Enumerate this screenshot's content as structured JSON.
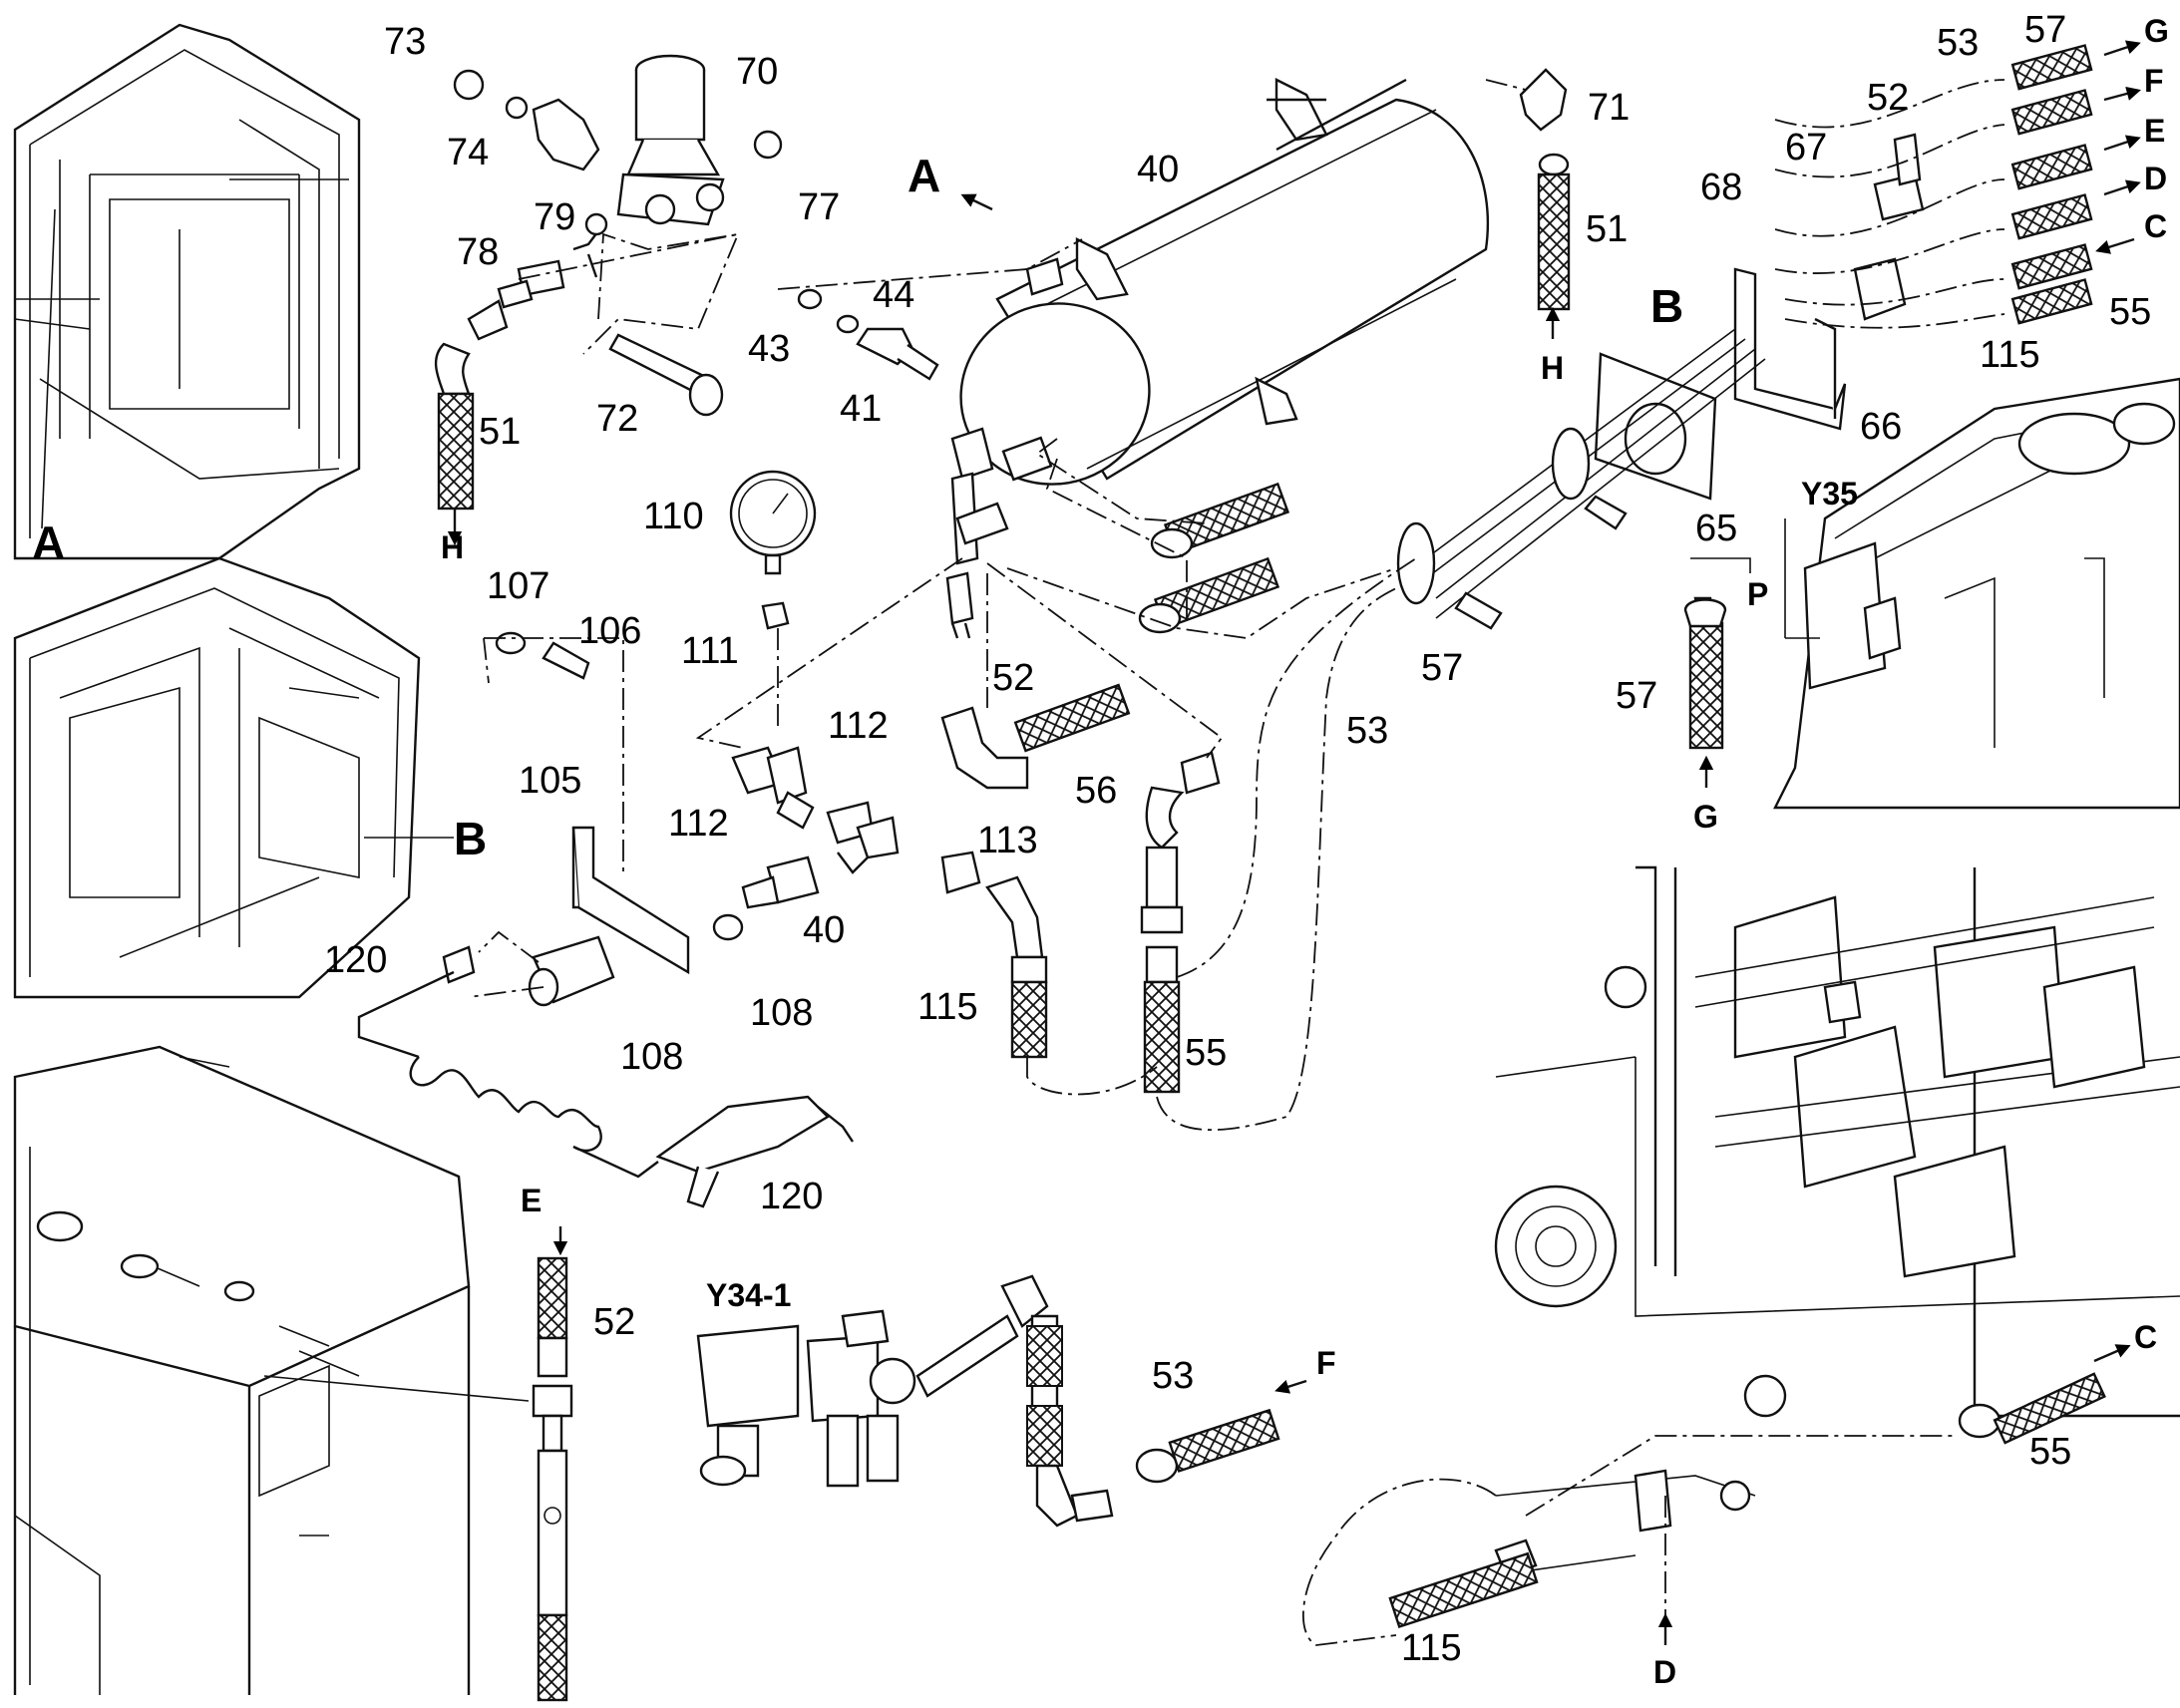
{
  "callouts": [
    {
      "id": "c73",
      "text": "73"
    },
    {
      "id": "c70",
      "text": "70"
    },
    {
      "id": "c74",
      "text": "74"
    },
    {
      "id": "c77",
      "text": "77"
    },
    {
      "id": "c79",
      "text": "79"
    },
    {
      "id": "c78",
      "text": "78"
    },
    {
      "id": "c51a",
      "text": "51"
    },
    {
      "id": "c72",
      "text": "72"
    },
    {
      "id": "c43",
      "text": "43"
    },
    {
      "id": "c44",
      "text": "44"
    },
    {
      "id": "c41",
      "text": "41"
    },
    {
      "id": "c40a",
      "text": "40"
    },
    {
      "id": "c71",
      "text": "71"
    },
    {
      "id": "c51b",
      "text": "51"
    },
    {
      "id": "c110",
      "text": "110"
    },
    {
      "id": "c107",
      "text": "107"
    },
    {
      "id": "c106",
      "text": "106"
    },
    {
      "id": "c111",
      "text": "111"
    },
    {
      "id": "c52a",
      "text": "52"
    },
    {
      "id": "c112a",
      "text": "112"
    },
    {
      "id": "c112b",
      "text": "112"
    },
    {
      "id": "c113",
      "text": "113"
    },
    {
      "id": "c40b",
      "text": "40"
    },
    {
      "id": "c105",
      "text": "105"
    },
    {
      "id": "c56",
      "text": "56"
    },
    {
      "id": "c120a",
      "text": "120"
    },
    {
      "id": "c108a",
      "text": "108"
    },
    {
      "id": "c108b",
      "text": "108"
    },
    {
      "id": "c115a",
      "text": "115"
    },
    {
      "id": "c55a",
      "text": "55"
    },
    {
      "id": "c120b",
      "text": "120"
    },
    {
      "id": "c57a",
      "text": "57"
    },
    {
      "id": "c53a",
      "text": "53"
    },
    {
      "id": "c53b",
      "text": "53"
    },
    {
      "id": "c57b",
      "text": "57"
    },
    {
      "id": "c52b",
      "text": "52"
    },
    {
      "id": "c67",
      "text": "67"
    },
    {
      "id": "c68",
      "text": "68"
    },
    {
      "id": "c66",
      "text": "66"
    },
    {
      "id": "c65",
      "text": "65"
    },
    {
      "id": "c115b",
      "text": "115"
    },
    {
      "id": "c55b",
      "text": "55"
    },
    {
      "id": "c57c",
      "text": "57"
    },
    {
      "id": "c52c",
      "text": "52"
    },
    {
      "id": "c53c",
      "text": "53"
    },
    {
      "id": "c55c",
      "text": "55"
    },
    {
      "id": "c115c",
      "text": "115"
    }
  ],
  "letters": [
    {
      "id": "A1",
      "text": "A"
    },
    {
      "id": "A2",
      "text": "A"
    },
    {
      "id": "B1",
      "text": "B"
    },
    {
      "id": "B2",
      "text": "B"
    },
    {
      "id": "H1",
      "text": "H"
    },
    {
      "id": "H2",
      "text": "H"
    },
    {
      "id": "G1",
      "text": "G"
    },
    {
      "id": "F1",
      "text": "F"
    },
    {
      "id": "E1",
      "text": "E"
    },
    {
      "id": "D1",
      "text": "D"
    },
    {
      "id": "C1",
      "text": "C"
    },
    {
      "id": "P1",
      "text": "P"
    },
    {
      "id": "G2",
      "text": "G"
    },
    {
      "id": "E2",
      "text": "E"
    },
    {
      "id": "F2",
      "text": "F"
    },
    {
      "id": "C2",
      "text": "C"
    },
    {
      "id": "D2",
      "text": "D"
    }
  ],
  "components": [
    {
      "id": "y35",
      "text": "Y35"
    },
    {
      "id": "y341",
      "text": "Y34-1"
    }
  ],
  "colors": {
    "ink": "#111111",
    "paper": "#ffffff",
    "shade": "#d9d9d9"
  }
}
